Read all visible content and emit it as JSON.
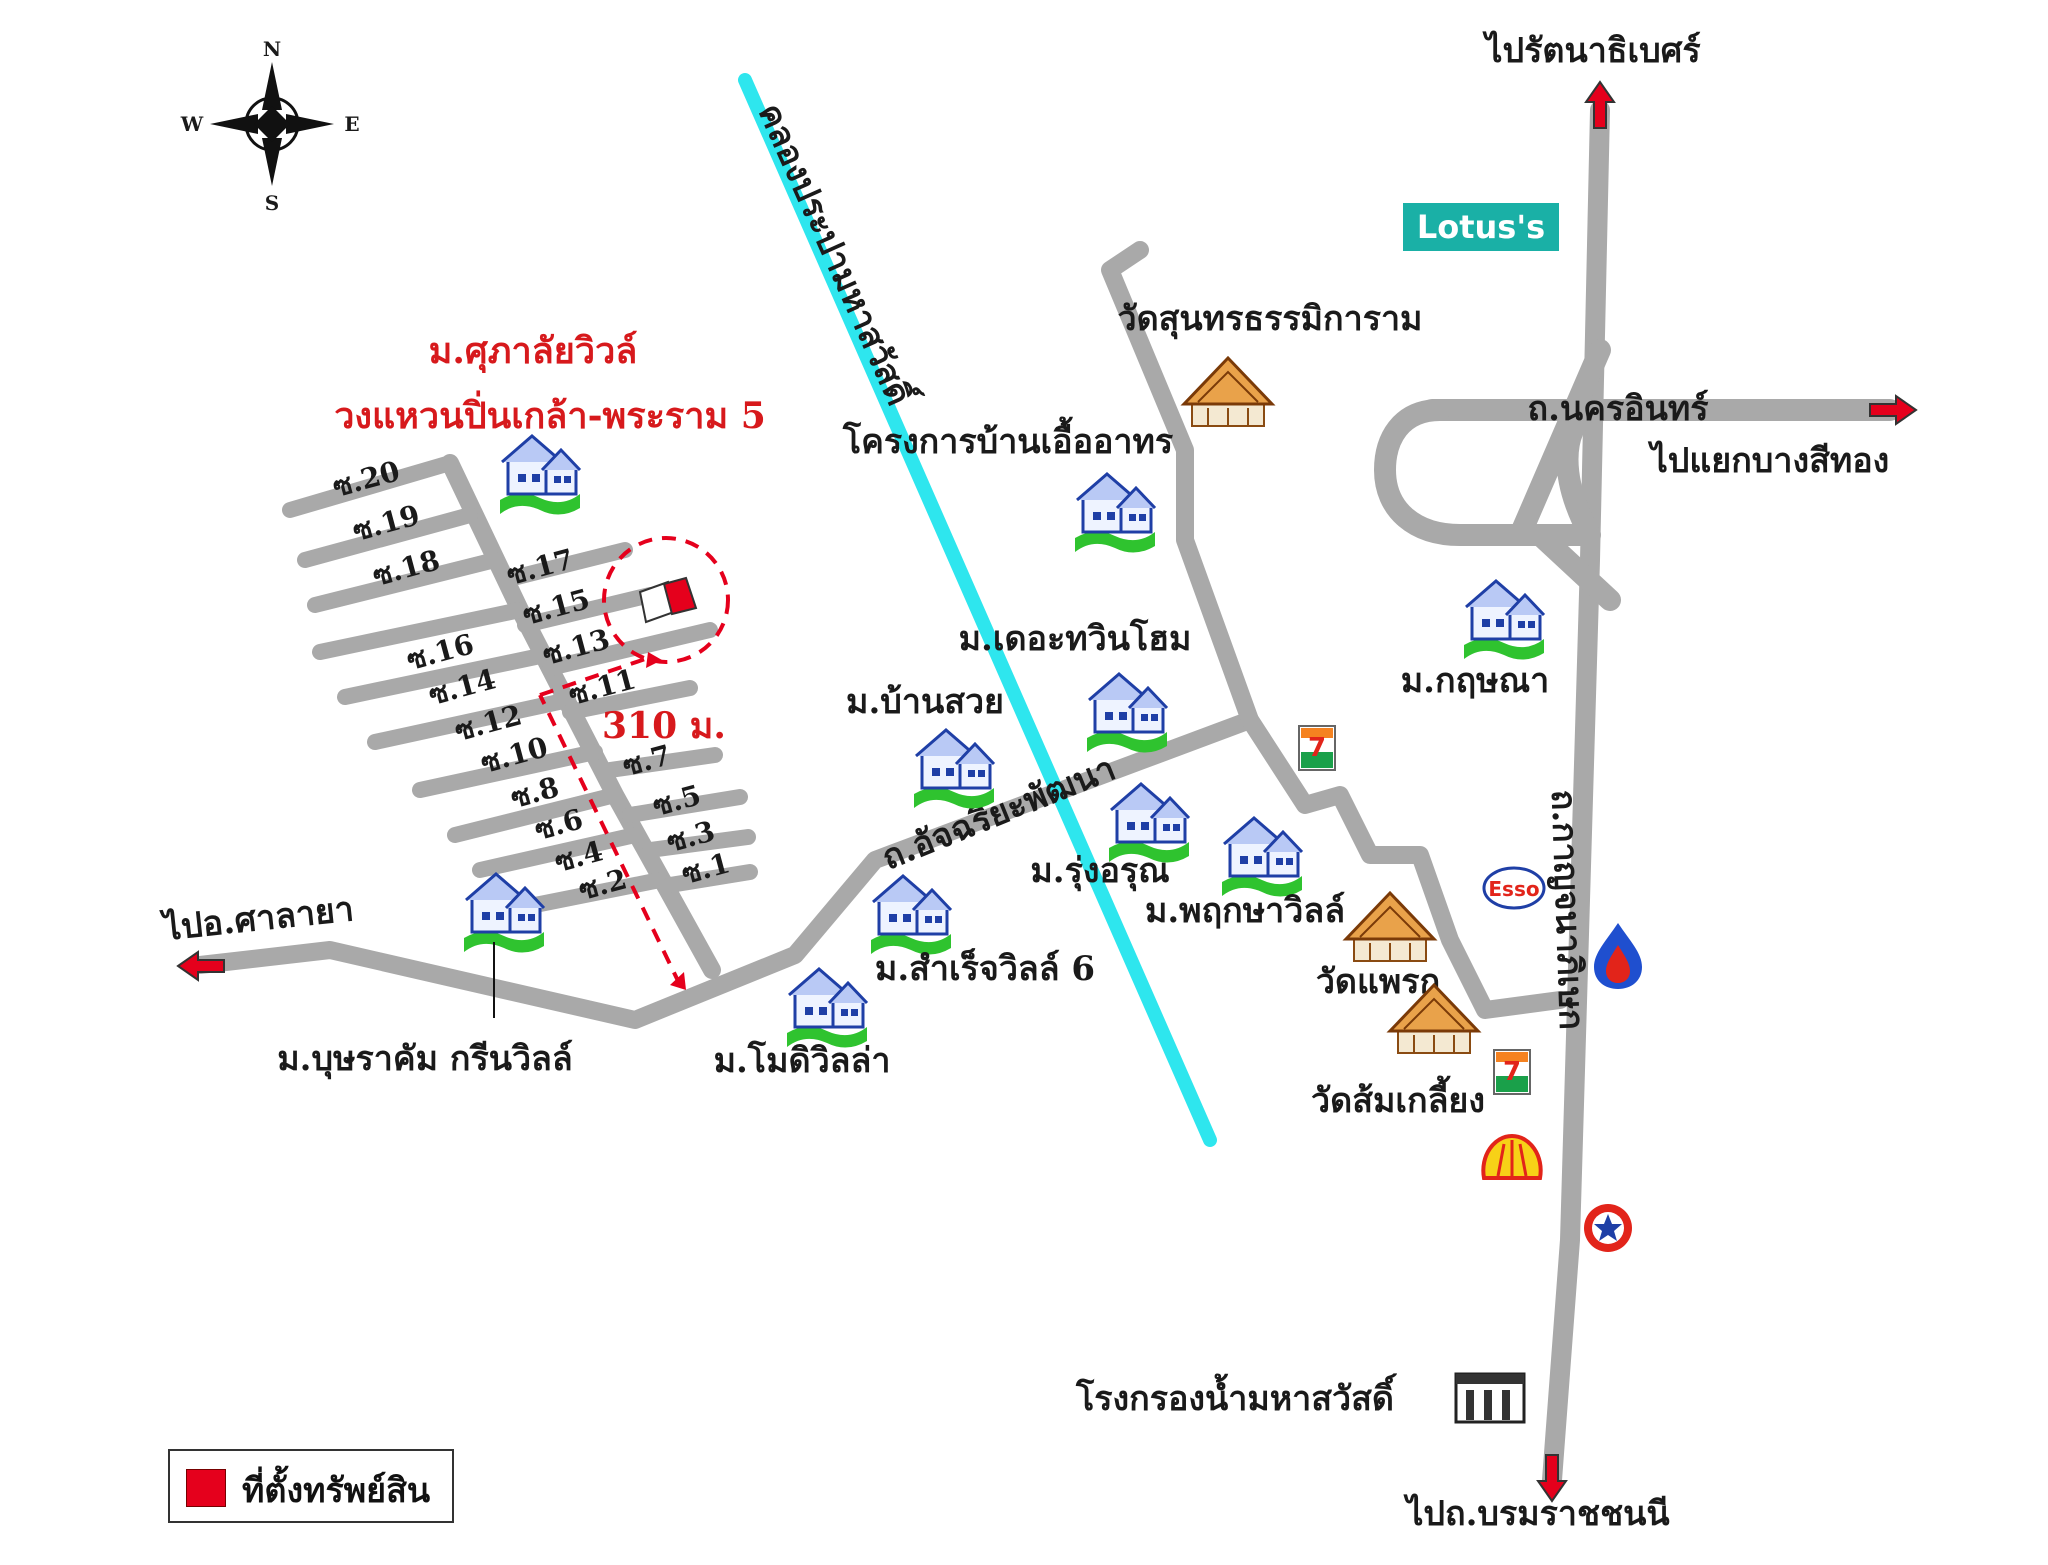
{
  "compass": {
    "n": "N",
    "s": "S",
    "e": "E",
    "w": "W"
  },
  "village_title": "ม.ศุภาลัยวิวล์",
  "ring_road": "วงแหวนปิ่นเกล้า-พระราม 5",
  "distance": "310 ม.",
  "sois": [
    "ซ.20",
    "ซ.19",
    "ซ.18",
    "ซ.17",
    "ซ.16",
    "ซ.15",
    "ซ.14",
    "ซ.13",
    "ซ.12",
    "ซ.11",
    "ซ.10",
    "ซ.8",
    "ซ.7",
    "ซ.6",
    "ซ.5",
    "ซ.4",
    "ซ.3",
    "ซ.2",
    "ซ.1"
  ],
  "canal": "คลองประปามหาสวัสดิ์",
  "roads": {
    "atcharia": "ถ.อัจฉริยะพัฒนา",
    "nakhon_in": "ถ.นครอินทร์",
    "kanchanaphisek": "ถ.กาญจนาภิเษก"
  },
  "directions": {
    "to_salaya": "ไปอ.ศาลายา",
    "to_rattanathibet": "ไปรัตนาธิเบศร์",
    "to_bang_si_thong": "ไปแยกบางสีทอง",
    "to_borommaratchachonnani": "ไปถ.บรมราชชนนี"
  },
  "places": {
    "lotus": "Lotus's",
    "wat_sunthon": "วัดสุนทรธรรมิการาม",
    "ban_ua_athorn": "โครงการบ้านเอื้ออาทร",
    "the_twin_home": "ม.เดอะทวินโฮม",
    "ban_suay": "ม.บ้านสวย",
    "rung_arun": "ม.รุ่งอรุณ",
    "pruksa_ville": "ม.พฤกษาวิลล์",
    "kritsana": "ม.กฤษณา",
    "wat_phrik": "วัดแพรก",
    "wat_som_kliang": "วัดส้มเกลี้ยง",
    "samret_ville": "ม.สำเร็จวิลล์ 6",
    "modi_villa": "ม.โมดิวิลล่า",
    "bunyarakam": "ม.บุษราคัม กรีนวิลล์",
    "water_plant": "โรงกรองน้ำมหาสวัสดิ์"
  },
  "legend": {
    "label": "ที่ตั้งทรัพย์สิน",
    "color": "#e5001c"
  },
  "colors": {
    "road": "#a9a9a9",
    "canal": "#2ee6ee",
    "target": "#e5001c",
    "label_red": "#d7191c"
  }
}
